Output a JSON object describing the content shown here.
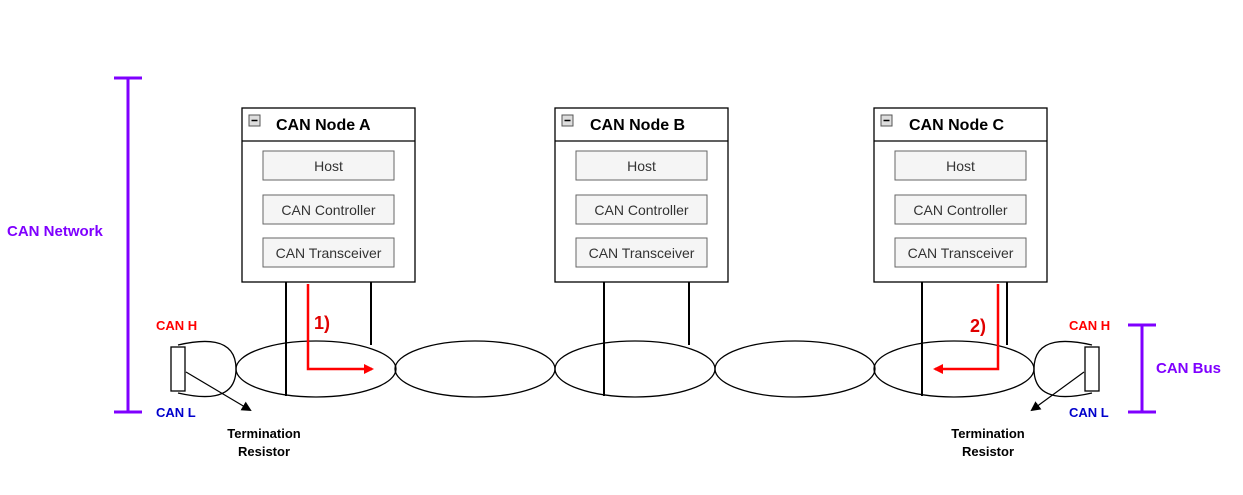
{
  "nodes": [
    {
      "title": "CAN Node A",
      "host": "Host",
      "controller": "CAN Controller",
      "transceiver": "CAN Transceiver"
    },
    {
      "title": "CAN Node B",
      "host": "Host",
      "controller": "CAN Controller",
      "transceiver": "CAN Transceiver"
    },
    {
      "title": "CAN Node C",
      "host": "Host",
      "controller": "CAN Controller",
      "transceiver": "CAN Transceiver"
    }
  ],
  "labels": {
    "network": "CAN Network",
    "bus": "CAN Bus",
    "can_h": "CAN H",
    "can_l": "CAN L",
    "termination_line1": "Termination",
    "termination_line2": "Resistor",
    "step1": "1)",
    "step2": "2)"
  },
  "colors": {
    "purple": "#7f00ff",
    "red": "#ff0000",
    "blue": "#0000cc"
  }
}
